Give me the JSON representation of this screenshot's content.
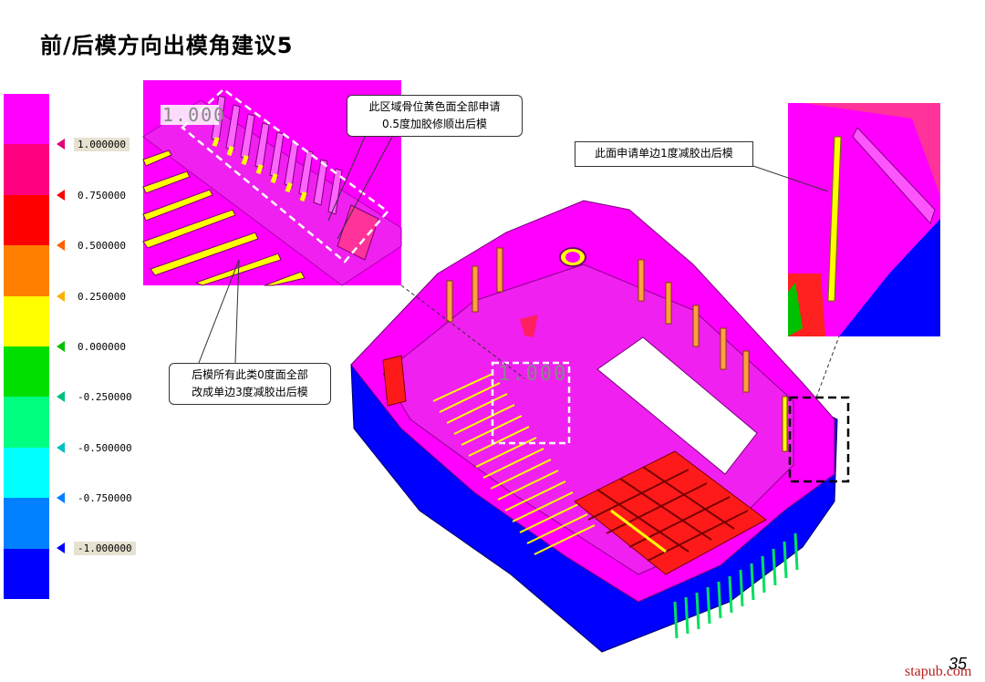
{
  "title": "前/后模方向出模角建议5",
  "legend": {
    "colors": [
      "#ff00ff",
      "#ff0080",
      "#ff0000",
      "#ff8000",
      "#ffff00",
      "#00e000",
      "#00ff80",
      "#00ffff",
      "#0080ff",
      "#0000ff"
    ],
    "ticks": [
      "1.000000",
      "0.750000",
      "0.500000",
      "0.250000",
      "0.000000",
      "-0.250000",
      "-0.500000",
      "-0.750000",
      "-1.000000"
    ],
    "tick_colors": [
      "#e0007a",
      "#ff0000",
      "#ff6000",
      "#ffb000",
      "#00c000",
      "#00c080",
      "#00c0c0",
      "#0080ff",
      "#0000ff"
    ]
  },
  "callouts": {
    "top_line1": "此区域骨位黄色面全部申请",
    "top_line2": "0.5度加胶修顺出后模",
    "left_line1": "后模所有此类0度面全部",
    "left_line2": "改成单边3度减胶出后模",
    "right": "此面申请单边1度减胶出后模"
  },
  "zoom_value": "1.000",
  "inset_value": "1.000",
  "page_number": "35",
  "watermark": "stapub.com"
}
